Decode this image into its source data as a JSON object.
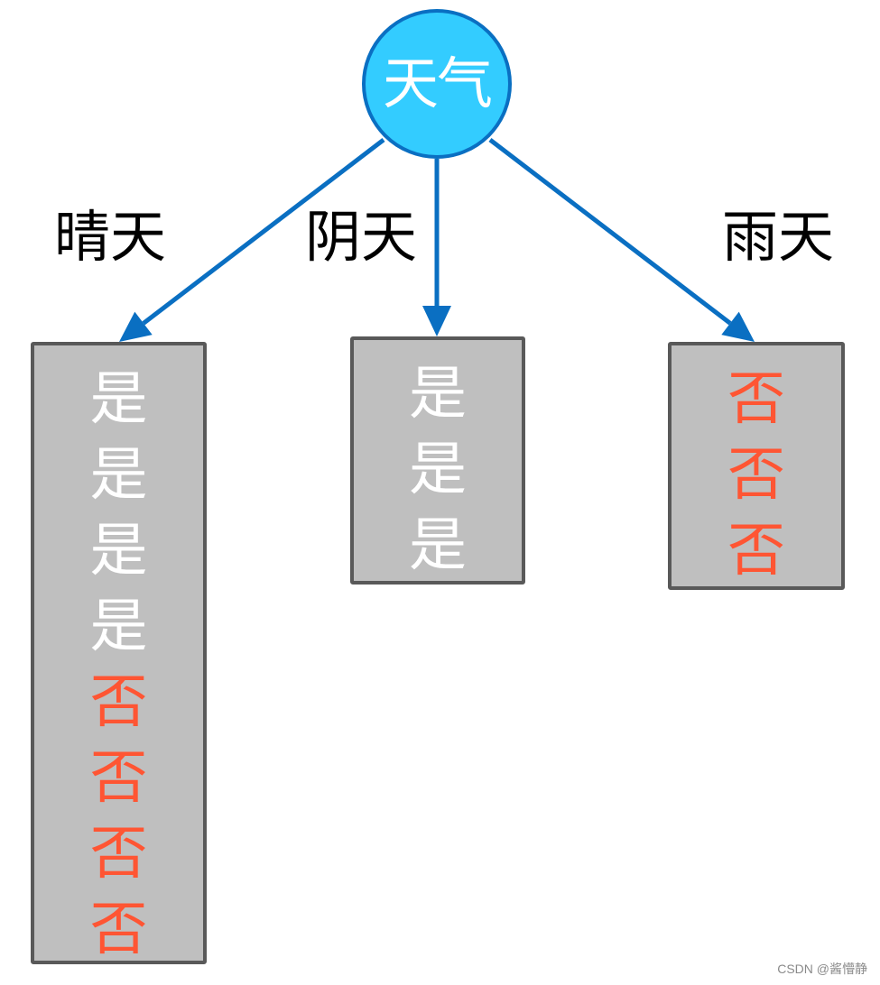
{
  "root": {
    "label": "天气",
    "fill": "#33ccff",
    "border": "#0a6fc2"
  },
  "branches": [
    {
      "edge_label": "晴天",
      "items": [
        {
          "text": "是",
          "kind": "yes"
        },
        {
          "text": "是",
          "kind": "yes"
        },
        {
          "text": "是",
          "kind": "yes"
        },
        {
          "text": "是",
          "kind": "yes"
        },
        {
          "text": "否",
          "kind": "no"
        },
        {
          "text": "否",
          "kind": "no"
        },
        {
          "text": "否",
          "kind": "no"
        },
        {
          "text": "否",
          "kind": "no"
        }
      ]
    },
    {
      "edge_label": "阴天",
      "items": [
        {
          "text": "是",
          "kind": "yes"
        },
        {
          "text": "是",
          "kind": "yes"
        },
        {
          "text": "是",
          "kind": "yes"
        }
      ]
    },
    {
      "edge_label": "雨天",
      "items": [
        {
          "text": "否",
          "kind": "no"
        },
        {
          "text": "否",
          "kind": "no"
        },
        {
          "text": "否",
          "kind": "no"
        }
      ]
    }
  ],
  "colors": {
    "yes": "#ffffff",
    "no": "#ff5533",
    "arrow": "#0a6fc2",
    "box_fill": "#bfbfbf",
    "box_border": "#595959"
  },
  "watermark": "CSDN @酱懵静"
}
